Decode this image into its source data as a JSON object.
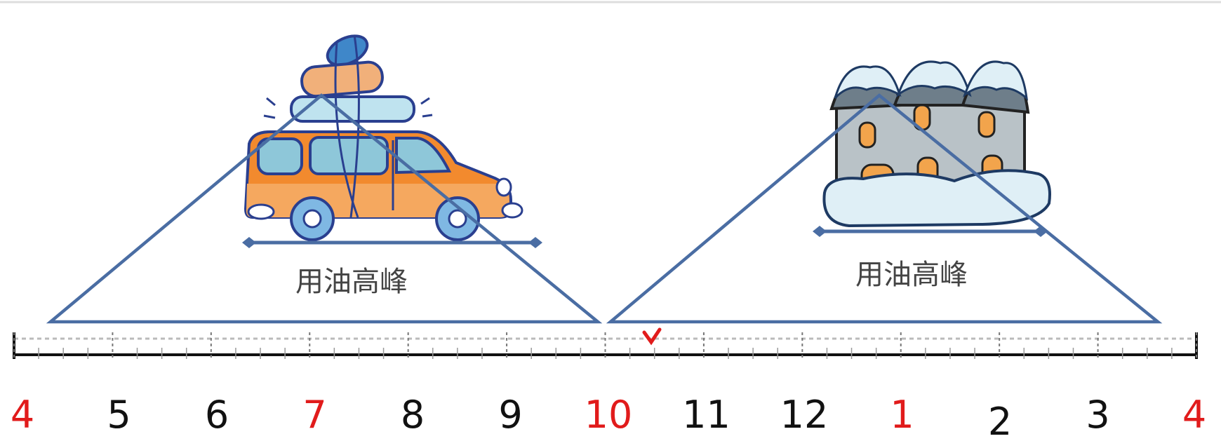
{
  "ticks": [
    {
      "label": "4",
      "color": "#e11b1b"
    },
    {
      "label": "5",
      "color": "#111111"
    },
    {
      "label": "6",
      "color": "#111111"
    },
    {
      "label": "7",
      "color": "#e11b1b"
    },
    {
      "label": "8",
      "color": "#111111"
    },
    {
      "label": "9",
      "color": "#111111"
    },
    {
      "label": "10",
      "color": "#e11b1b"
    },
    {
      "label": "11",
      "color": "#111111"
    },
    {
      "label": "12",
      "color": "#111111"
    },
    {
      "label": "1",
      "color": "#e11b1b"
    },
    {
      "label": "2",
      "color": "#111111"
    },
    {
      "label": "3",
      "color": "#111111"
    },
    {
      "label": "4",
      "color": "#e11b1b"
    }
  ],
  "peaks": [
    {
      "label": "用油高峰",
      "icon": "car-icon"
    },
    {
      "label": "用油高峰",
      "icon": "house-icon"
    }
  ],
  "colors": {
    "triangle": "#4a6da3",
    "red": "#e11b1b",
    "axis": "#111111",
    "car_body": "#f28a2e",
    "window": "#8ec7d9",
    "snow": "#dfeff6"
  }
}
